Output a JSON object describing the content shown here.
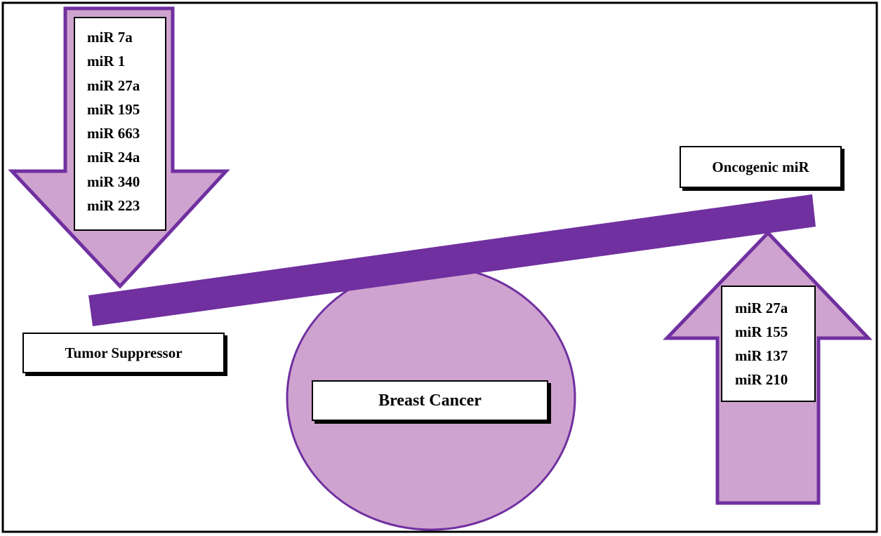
{
  "diagram": {
    "tumor_suppressor": {
      "label": "Tumor Suppressor",
      "mirnas": [
        "miR 7a",
        "miR 1",
        "miR 27a",
        "miR 195",
        "miR 663",
        "miR 24a",
        "miR 340",
        "miR 223"
      ]
    },
    "oncogenic": {
      "label": "Oncogenic miR",
      "mirnas": [
        "miR 27a",
        "miR 155",
        "miR 137",
        "miR 210"
      ]
    },
    "center": {
      "label": "Breast Cancer"
    }
  },
  "colors": {
    "arrow_fill": "#cfa3cf",
    "arrow_stroke": "#7030a0",
    "beam": "#7030a0",
    "fulcrum_fill": "#cfa3cf",
    "border": "#000000"
  },
  "icons": {
    "down_arrow": "down-arrow-icon",
    "up_arrow": "up-arrow-icon",
    "beam": "seesaw-beam",
    "fulcrum": "fulcrum-circle"
  }
}
